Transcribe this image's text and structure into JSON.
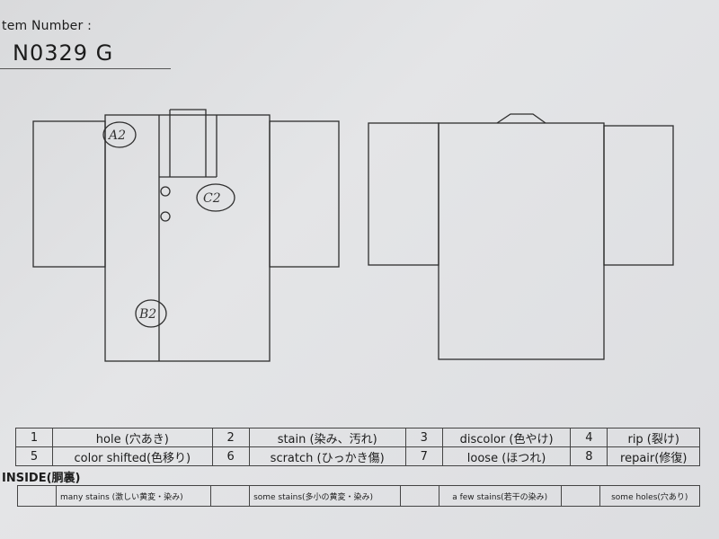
{
  "header": {
    "label": "tem Number :",
    "value": "N0329 G"
  },
  "marks": [
    {
      "name": "mark-a2",
      "text": "A2"
    },
    {
      "name": "mark-c2",
      "text": "C2"
    },
    {
      "name": "mark-b2",
      "text": "B2"
    }
  ],
  "legend": [
    [
      {
        "num": "1",
        "label": "hole (穴あき)"
      },
      {
        "num": "2",
        "label": "stain (染み、汚れ)"
      },
      {
        "num": "3",
        "label": "discolor (色やけ)"
      },
      {
        "num": "4",
        "label": "rip (裂け)"
      }
    ],
    [
      {
        "num": "5",
        "label": "color shifted(色移り)"
      },
      {
        "num": "6",
        "label": "scratch (ひっかき傷)"
      },
      {
        "num": "7",
        "label": "loose (ほつれ)"
      },
      {
        "num": "8",
        "label": "repair(修復)"
      }
    ]
  ],
  "inside": {
    "title": "INSIDE(胴裏)",
    "items": [
      "many stains (激しい黄変・染み)",
      "some stains(多小の黄変・染み)",
      "a few stains(若干の染み)",
      "some holes(穴あり)"
    ]
  }
}
